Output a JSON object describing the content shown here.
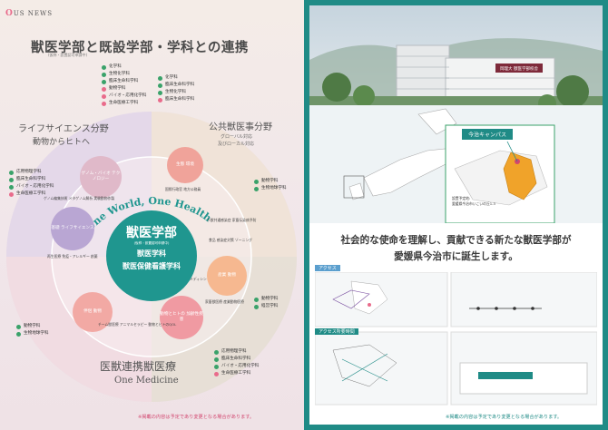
{
  "news_label": {
    "o": "O",
    "rest": "US NEWS"
  },
  "title": "獣医学部と既設学部・学科との連携",
  "subnote": "(仮称・設置認可申請中)",
  "top_left_list": [
    "化学科",
    "生物化学科",
    "臨床生命科学科",
    "動物学科",
    "バイオ・応用化学科",
    "生命医療工学科"
  ],
  "top_right_list": [
    "化学科",
    "臨床生命科学科",
    "生物化学科",
    "臨床生命科学科"
  ],
  "left_mid_list": [
    "応用物理学科",
    "臨床生命科学科",
    "バイオ・応用化学科",
    "生命医療工学科"
  ],
  "right_mid_list": [
    "動物学科",
    "生物地球学科"
  ],
  "right_low_list": [
    "動物学科",
    "経営学科"
  ],
  "bottom_left_list": [
    "動物学科",
    "生物地球学科"
  ],
  "bottom_right_list": [
    "応用物理学科",
    "臨床生命科学科",
    "バイオ・応用化学科",
    "生命医療工学科"
  ],
  "headings": {
    "life": "ライフサイエンス分野",
    "life_sub": "動物からヒトへ",
    "public": "公共獣医事分野",
    "public_sub1": "グローバル対応",
    "public_sub2": "及びローカル対応",
    "clinical": "医獣連携獣医療",
    "clinical_sub": "One Medicine"
  },
  "arc_text": "One World, One Health",
  "core": {
    "name": "獣医学部",
    "note": "(仮称・設置認可申請中)",
    "dept1": "獣医学科",
    "dept2": "獣医保健看護学科"
  },
  "bubbles": {
    "genome": "ゲノム・バイオ テクノロジー",
    "basic": "基礎 ライフサイエンス",
    "eco": "生態 環境",
    "livestock": "産業 動物",
    "clinic": "伴侶 動物",
    "animal_human": "動物とヒトの 加齢性疾患"
  },
  "small_notes": {
    "genome_note": "ゲノム編集技術 メタゲノム解析 実験動物作製",
    "basic_note": "再生医療 免疫・アレルギー 創薬",
    "eco_note": "国際行政官 地方公務員",
    "infect": "人獣共通感染症 家畜伝染病予防",
    "food": "食品 感染症対策 ゾーニング",
    "trans": "トランスレーショナル ペディアトリックメディシン",
    "human_animal": "チーム獣医療 アニマルセラピー 動物とヒトのQOL",
    "vet_med": "家畜獣医療 産業動物医療"
  },
  "footnote_left": "※掲載の内容は予定であり変更となる場合があります。",
  "campus_label": "今治キャンパス",
  "campus_sign": "岡理大 獣医学部校舎",
  "site_note": {
    "line1": "設置予定地:",
    "line2": "愛媛県今治市いこいの丘1-3"
  },
  "message_line1": "社会的な使命を理解し、貢献できる新たな獣医学部が",
  "message_line2": "愛媛県今治市に誕生します。",
  "access_title": "アクセス",
  "access_time_title": "アクセス所要時間",
  "footnote_right": "※掲載の内容は予定であり変更となる場合があります。",
  "colors": {
    "teal": "#1f8b86",
    "pink": "#e96b8b",
    "green": "#3aa26a",
    "orange": "#f0a32a"
  }
}
